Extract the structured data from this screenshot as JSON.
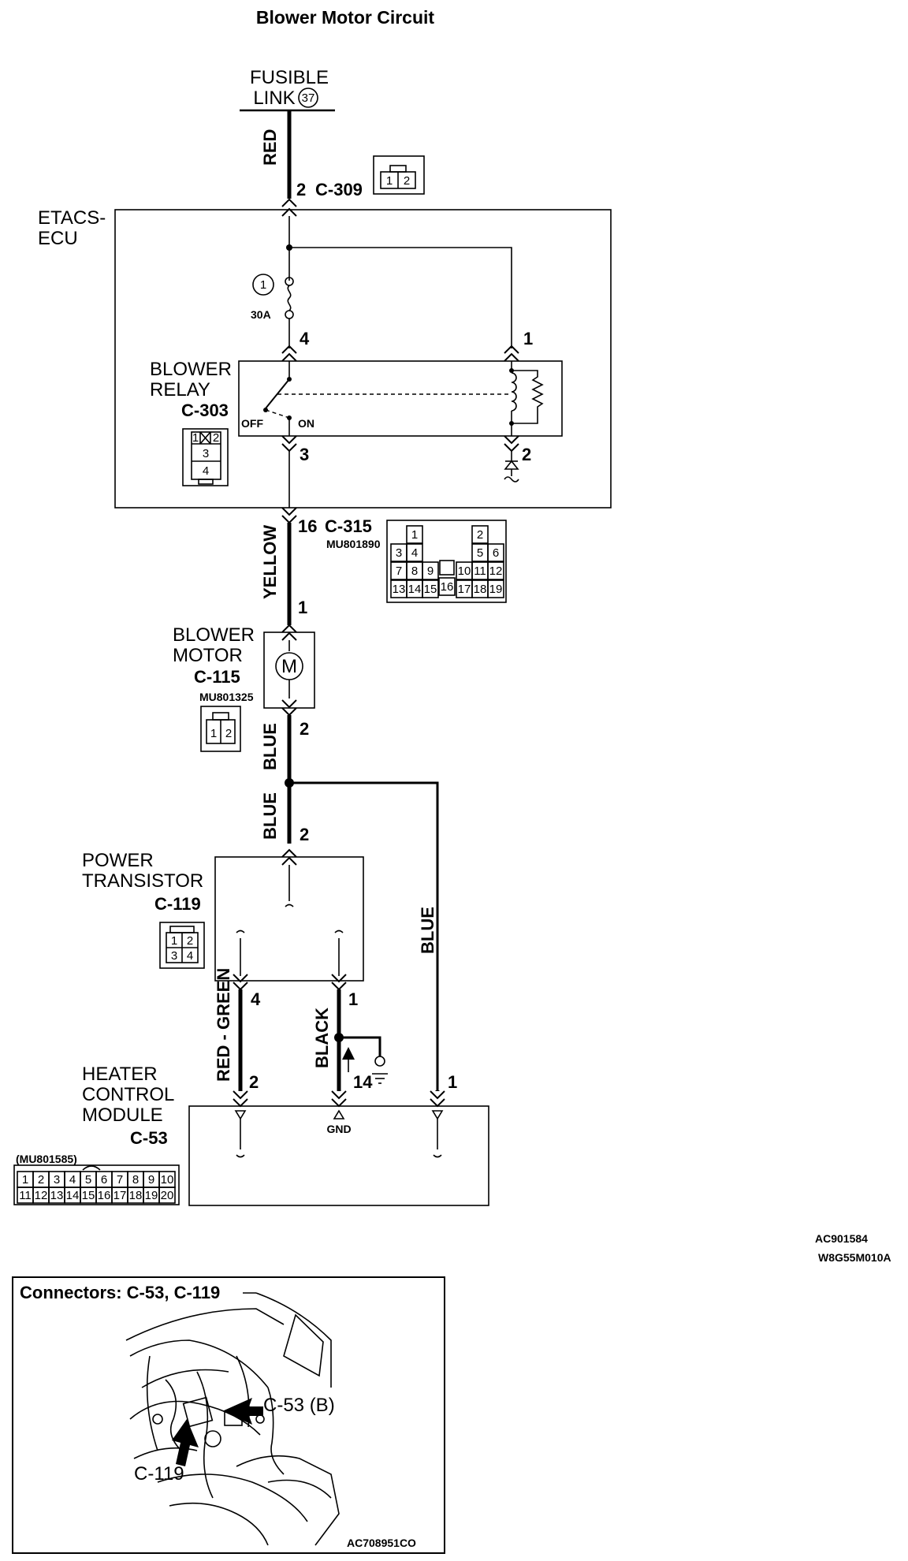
{
  "title": "Blower Motor Circuit",
  "fusible_link": {
    "line1": "FUSIBLE",
    "line2": "LINK",
    "number": "37"
  },
  "wires": {
    "red": "RED",
    "yellow": "YELLOW",
    "blue_upper": "BLUE",
    "blue_lower": "BLUE",
    "blue_right": "BLUE",
    "red_green": "RED - GREEN",
    "black": "BLACK"
  },
  "connectors": {
    "c309": {
      "pin": "2",
      "name": "C-309",
      "cells": [
        "1",
        "2"
      ]
    },
    "c303": {
      "name": "C-303",
      "cells": [
        "1",
        "2",
        "3",
        "4"
      ]
    },
    "c315": {
      "pin": "16",
      "name": "C-315",
      "part": "MU801890",
      "cells": [
        "1",
        "2",
        "3",
        "4",
        "5",
        "6",
        "7",
        "8",
        "9",
        "10",
        "11",
        "12",
        "13",
        "14",
        "15",
        "16",
        "17",
        "18",
        "19"
      ]
    },
    "c115": {
      "name": "C-115",
      "part": "MU801325",
      "cells": [
        "1",
        "2"
      ]
    },
    "c119": {
      "name": "C-119",
      "cells": [
        "1",
        "2",
        "3",
        "4"
      ]
    },
    "c53": {
      "name": "C-53",
      "part": "(MU801585)",
      "cells": [
        "1",
        "2",
        "3",
        "4",
        "5",
        "6",
        "7",
        "8",
        "9",
        "10",
        "11",
        "12",
        "13",
        "14",
        "15",
        "16",
        "17",
        "18",
        "19",
        "20"
      ]
    }
  },
  "etacs": {
    "line1": "ETACS-",
    "line2": "ECU"
  },
  "fuse": {
    "number": "1",
    "rating": "30A"
  },
  "relay": {
    "line1": "BLOWER",
    "line2": "RELAY",
    "off": "OFF",
    "on": "ON"
  },
  "pins": {
    "relay_4": "4",
    "relay_1": "1",
    "relay_3": "3",
    "relay_2": "2",
    "motor_1": "1",
    "motor_2": "2",
    "pt_2": "2",
    "pt_4": "4",
    "pt_1": "1",
    "hcm_2": "2",
    "hcm_1": "1",
    "ground": "14"
  },
  "blower_motor": {
    "line1": "BLOWER",
    "line2": "MOTOR",
    "symbol": "M"
  },
  "power_transistor": {
    "line1": "POWER",
    "line2": "TRANSISTOR"
  },
  "heater_module": {
    "line1": "HEATER",
    "line2": "CONTROL",
    "line3": "MODULE",
    "gnd": "GND"
  },
  "codes": {
    "code1": "AC901584",
    "code2": "W8G55M010A"
  },
  "inset": {
    "title": "Connectors: C-53, C-119",
    "callout_a": "C-53 (B)",
    "callout_b": "C-119",
    "code": "AC708951CO"
  }
}
